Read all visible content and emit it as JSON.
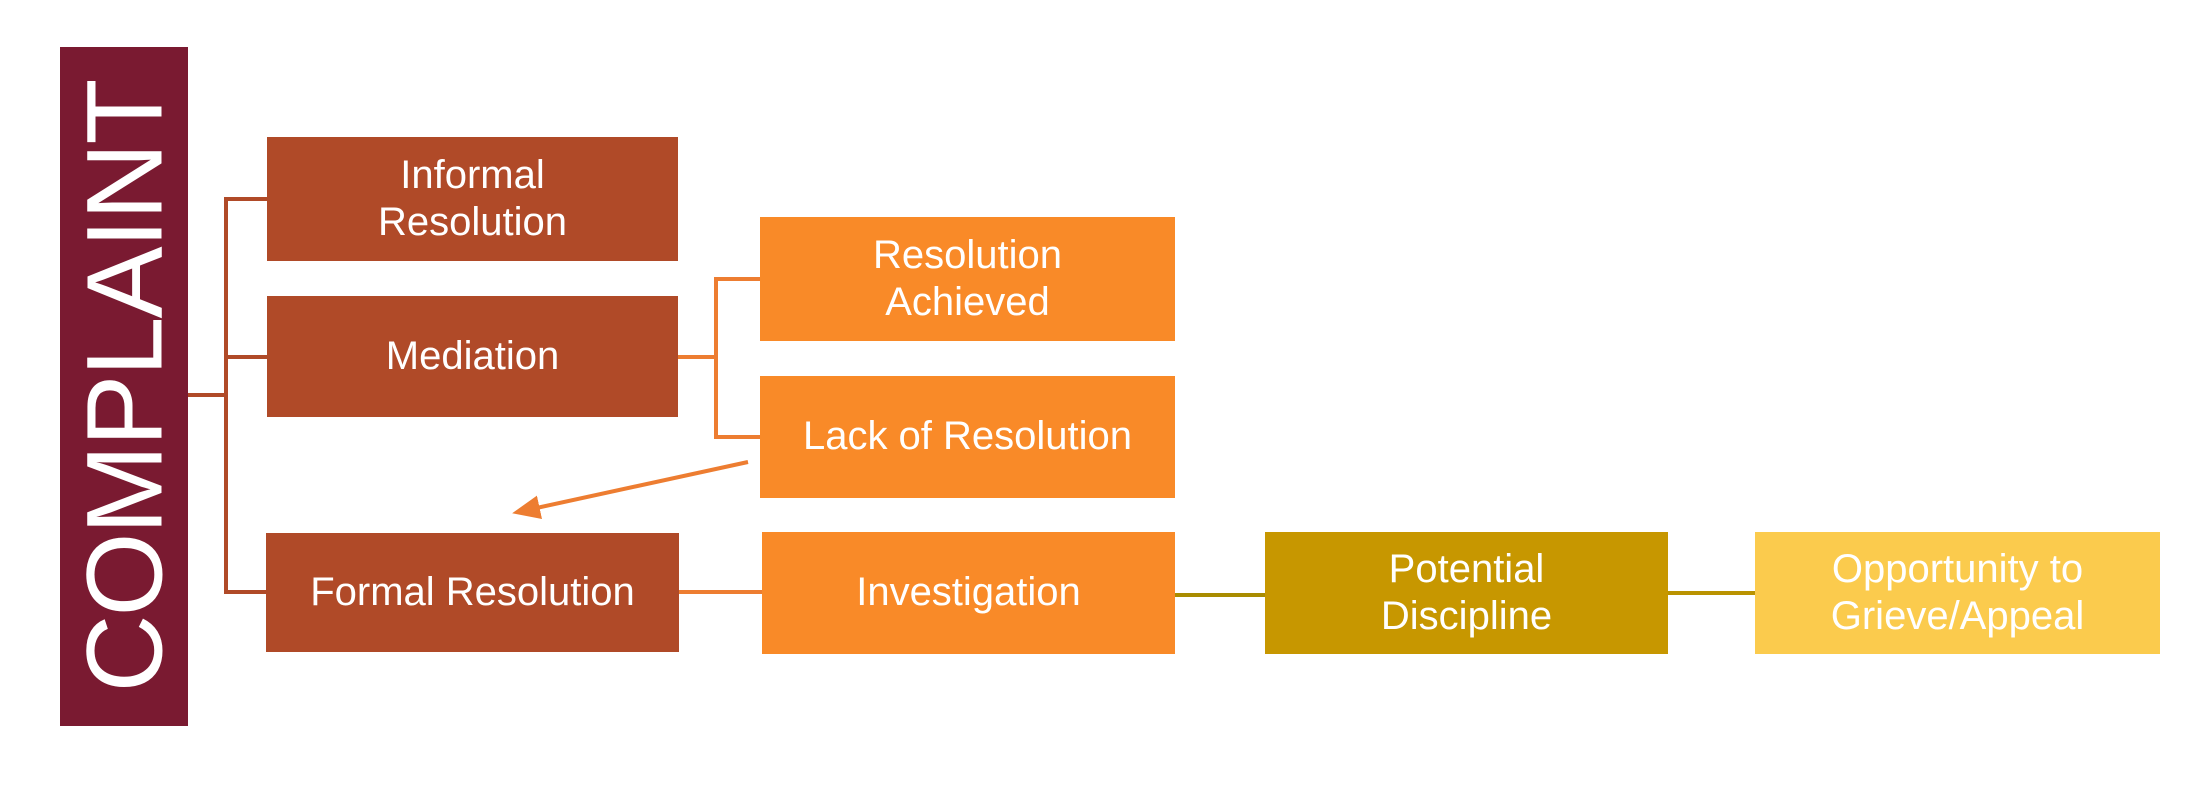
{
  "diagram": {
    "root": {
      "label": "COMPLAINT",
      "color": "#7A1A31"
    },
    "nodes": {
      "informal_resolution": {
        "label": "Informal Resolution",
        "color": "#B04A28"
      },
      "mediation": {
        "label": "Mediation",
        "color": "#B04A28"
      },
      "resolution_achieved": {
        "label": "Resolution Achieved",
        "color": "#F98A28"
      },
      "lack_of_resolution": {
        "label": "Lack of Resolution",
        "color": "#F98A28"
      },
      "formal_resolution": {
        "label": "Formal Resolution",
        "color": "#B04A28"
      },
      "investigation": {
        "label": "Investigation",
        "color": "#F98A28"
      },
      "potential_discipline": {
        "label": "Potential Discipline",
        "color": "#C79700"
      },
      "opportunity_grieve_appeal": {
        "label": "Opportunity to Grieve/Appeal",
        "color": "#FBCB4D"
      }
    },
    "edges": [
      {
        "from": "COMPLAINT",
        "to": "Informal Resolution",
        "type": "line"
      },
      {
        "from": "COMPLAINT",
        "to": "Mediation",
        "type": "line"
      },
      {
        "from": "COMPLAINT",
        "to": "Formal Resolution",
        "type": "line"
      },
      {
        "from": "Mediation",
        "to": "Resolution Achieved",
        "type": "line"
      },
      {
        "from": "Mediation",
        "to": "Lack of Resolution",
        "type": "line"
      },
      {
        "from": "Lack of Resolution",
        "to": "Formal Resolution",
        "type": "arrow"
      },
      {
        "from": "Formal Resolution",
        "to": "Investigation",
        "type": "line"
      },
      {
        "from": "Investigation",
        "to": "Potential Discipline",
        "type": "line"
      },
      {
        "from": "Potential Discipline",
        "to": "Opportunity to Grieve/Appeal",
        "type": "line"
      }
    ],
    "colors": {
      "maroon": "#7A1A31",
      "rust": "#B04A28",
      "rust_connector": "#B04A28",
      "orange": "#F98A28",
      "orange_connector": "#ED7D31",
      "gold": "#C79700",
      "dark_gold_connector": "#A98C00",
      "gold_connector": "#BA9300",
      "light_gold": "#FBCB4D",
      "label_text": "#FFFFFF",
      "background": "#FFFFFF"
    }
  }
}
